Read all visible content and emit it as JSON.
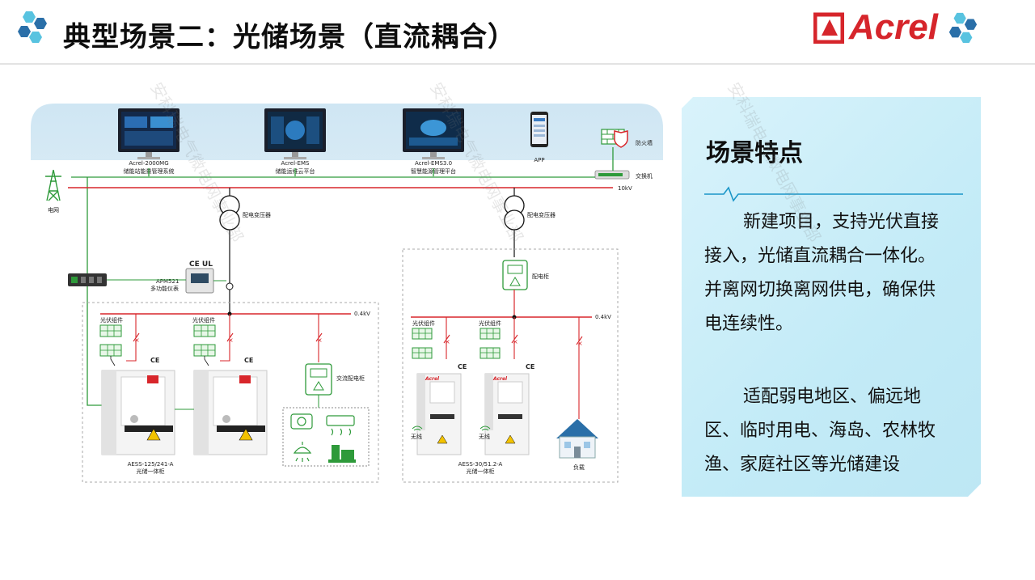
{
  "header": {
    "title": "典型场景二：光储场景（直流耦合）",
    "brand": "Acrel"
  },
  "diagram": {
    "screens": [
      {
        "model": "Acrel-2000MG",
        "name": "储能站能量管理系统"
      },
      {
        "model": "Acrel-EMS",
        "name": "储能运维云平台"
      },
      {
        "model": "Acrel-EMS3.0",
        "name": "智慧能源管理平台"
      }
    ],
    "app_label": "APP",
    "firewall_label": "防火墙",
    "switch_label": "交换机",
    "grid_label": "电网",
    "voltage_10kv": "10kV",
    "transformer_label_1": "配电变压器",
    "transformer_label_2": "配电变压器",
    "meter_model": "APM521",
    "meter_name": "多功能仪表",
    "cert_marks": "CE UL",
    "voltage_04kv_1": "0.4kV",
    "voltage_04kv_2": "0.4kV",
    "pv_label": "光伏组件",
    "ce_mark": "CE",
    "ac_cabinet_label": "交流配电柜",
    "dist_cabinet_label": "配电柜",
    "cabinet_brand": "Acrel",
    "left_cabinet_model": "AESS-125/241-A",
    "left_cabinet_name": "光储一体柜",
    "right_cabinet_model": "AESS-30/51.2-A",
    "right_cabinet_name": "光储一体柜",
    "wireless_label": "无线",
    "load_label": "负载"
  },
  "panel": {
    "title": "场景特点",
    "paragraph1": "新建项目，支持光伏直接接入，光储直流耦合一体化。并离网切换离网供电，确保供电连续性。",
    "paragraph2": "适配弱电地区、偏远地区、临时用电、海岛、农林牧渔、家庭社区等光储建设"
  },
  "watermark": "安科瑞电气微电网事业部",
  "colors": {
    "brand_red": "#d6252b",
    "line_green": "#2e9a3a",
    "line_red": "#d8262b",
    "logo_blue": "#2a6fa8",
    "logo_teal": "#58c3e0",
    "panel_bg": "#c8edf8"
  }
}
